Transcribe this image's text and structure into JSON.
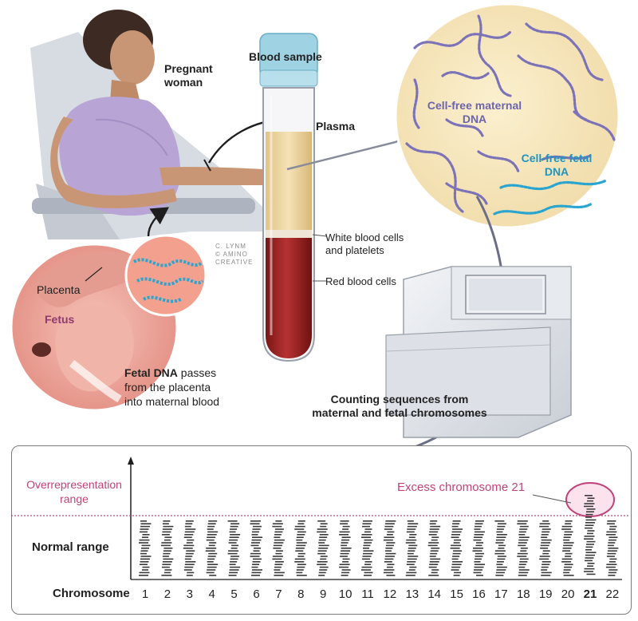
{
  "illustration": {
    "pregnant_woman": [
      "Pregnant",
      "woman"
    ],
    "blood_sample": "Blood sample",
    "plasma": "Plasma",
    "white_cells": [
      "White blood cells",
      "and platelets"
    ],
    "red_cells": "Red blood cells",
    "placenta": "Placenta",
    "fetus": "Fetus",
    "fetal_dna_caption": {
      "bold": "Fetal DNA",
      "rest": " passes",
      "line2": "from the placenta",
      "line3": "into maternal blood"
    },
    "maternal_dna": [
      "Cell-free maternal",
      "DNA"
    ],
    "fetal_dna": [
      "Cell-free fetal",
      "DNA"
    ],
    "counting": [
      "Counting sequences from",
      "maternal and fetal chromosomes"
    ],
    "credit": [
      "C. LYNM",
      "© AMINO",
      "CREATIVE"
    ]
  },
  "chart_data": {
    "type": "bar",
    "xlabel": "Chromosome",
    "categories": [
      "1",
      "2",
      "3",
      "4",
      "5",
      "6",
      "7",
      "8",
      "9",
      "10",
      "11",
      "12",
      "13",
      "14",
      "15",
      "16",
      "17",
      "18",
      "19",
      "20",
      "21",
      "22"
    ],
    "highlight_category": "21",
    "bands": [
      "Overrepresentation range",
      "Normal range"
    ],
    "overrepresentation_label": [
      "Overrepresentation",
      "range"
    ],
    "normal_label": "Normal range",
    "annotation": "Excess chromosome 21",
    "colors": {
      "accent": "#c0437a",
      "dna_maternal": "#7b72b8",
      "dna_fetal": "#2aa5cf",
      "blood": "#9c2424",
      "plasma": "#e9cf98"
    }
  }
}
